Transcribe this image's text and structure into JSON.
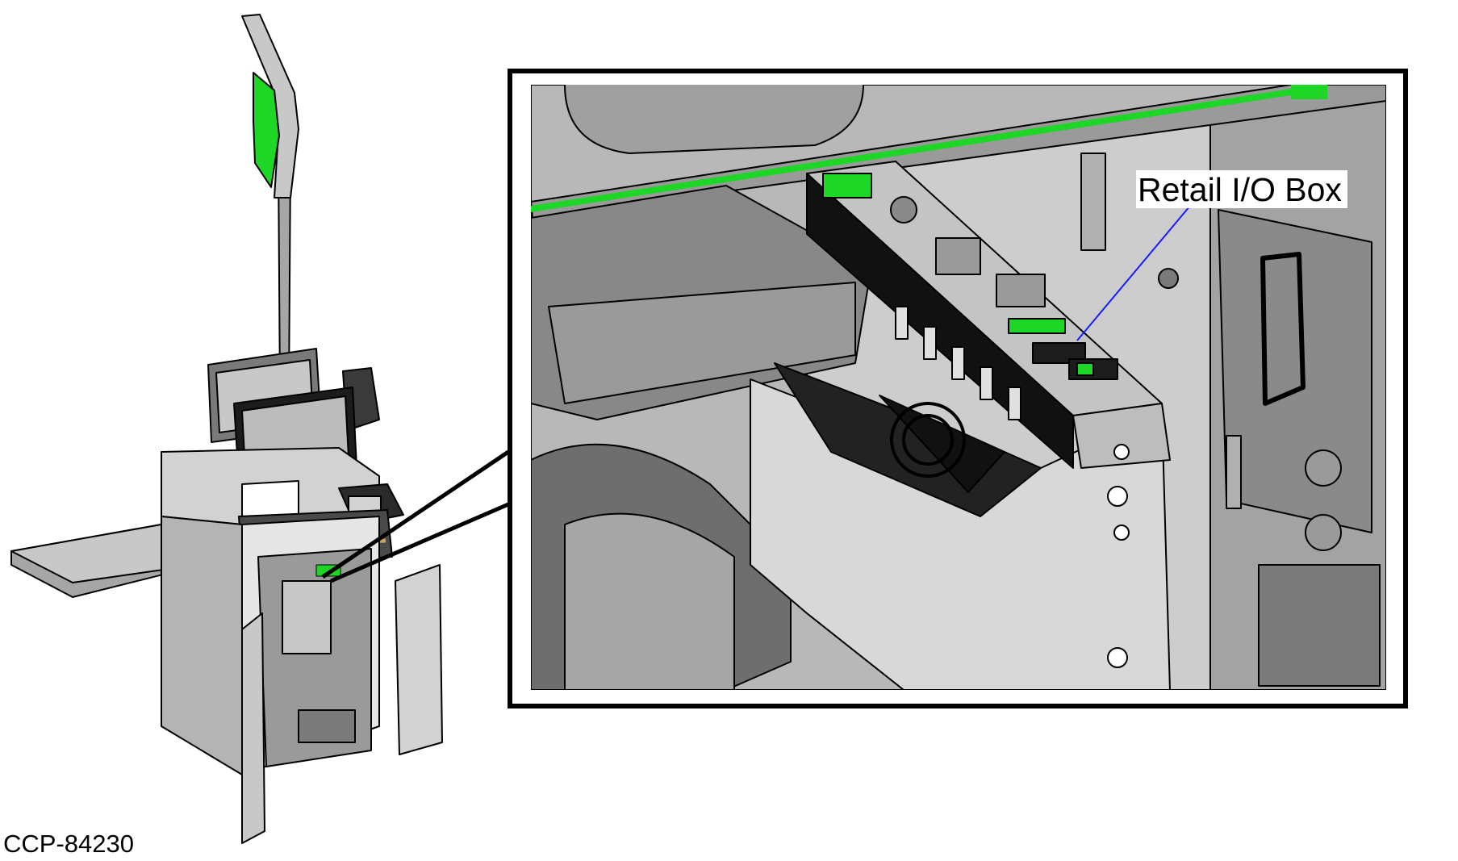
{
  "figure": {
    "callout_label": "Retail I/O Box",
    "figure_id": "CCP-84230"
  },
  "colors": {
    "line": "#000000",
    "metal_light": "#c8c8c8",
    "metal_mid": "#a6a6a6",
    "metal_dark": "#7a7a7a",
    "panel_black": "#111111",
    "sign_green": "#1ed625",
    "leader_blue": "#1a1aff",
    "background": "#ffffff"
  },
  "icons": [
    "kiosk-illustration",
    "zoom-detail-illustration",
    "callout-leader-line"
  ]
}
